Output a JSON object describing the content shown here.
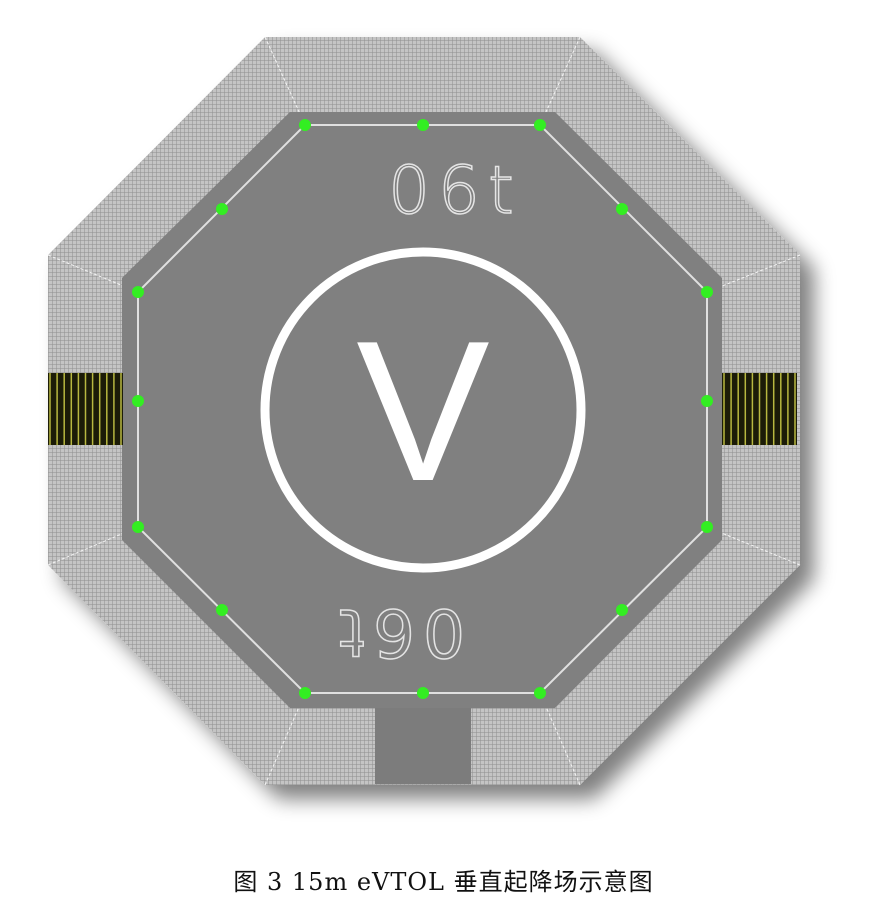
{
  "diagram": {
    "marking_text": "06t",
    "center_letter": "V",
    "colors": {
      "pad": "#808080",
      "safety_area": "#b8b8b8",
      "edge_lights": "#33ee22",
      "markings": "#ffffff",
      "stripes": "#1c1c08",
      "stripe_lines": "#b8b840"
    }
  },
  "caption": "图 3 15m eVTOL 垂直起降场示意图"
}
